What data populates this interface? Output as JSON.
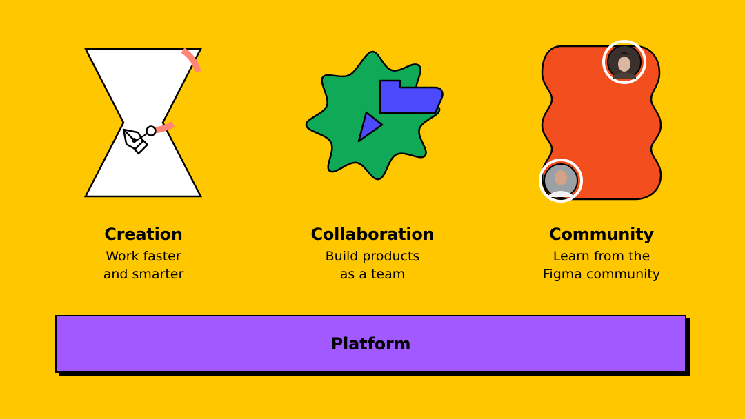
{
  "pillars": [
    {
      "title": "Creation",
      "desc_line1": "Work faster",
      "desc_line2": "and smarter",
      "icon": "pen-tool-icon",
      "shape_color": "#FFFFFF",
      "accent_color": "#FF8577"
    },
    {
      "title": "Collaboration",
      "desc_line1": "Build products",
      "desc_line2": "as a team",
      "icon": "cursor-icon",
      "shape_color": "#0FA958",
      "accent_color": "#4D49FC"
    },
    {
      "title": "Community",
      "desc_line1": "Learn from the",
      "desc_line2": "Figma community",
      "icon": "avatar-icon",
      "shape_color": "#F24E1E",
      "accent_color": "#FFFFFF"
    }
  ],
  "platform": {
    "label": "Platform",
    "color": "#A259FF"
  },
  "background_color": "#FFC700"
}
